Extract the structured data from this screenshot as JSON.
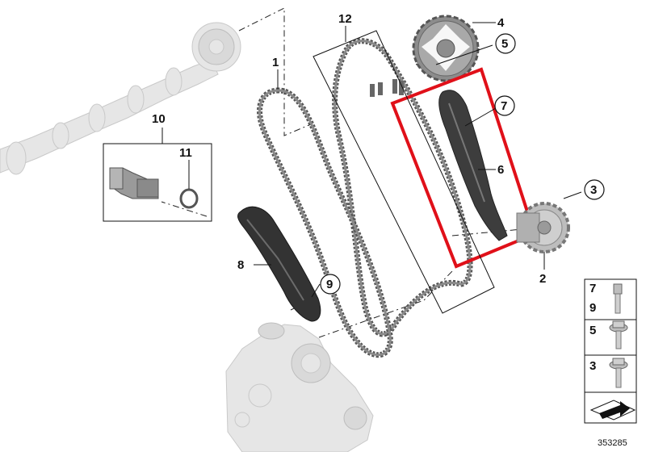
{
  "labels": {
    "l1": "1",
    "l2": "2",
    "l3": "3",
    "l4": "4",
    "l5": "5",
    "l6": "6",
    "l7": "7",
    "l8": "8",
    "l9": "9",
    "l10": "10",
    "l11": "11",
    "l12": "12"
  },
  "legend": {
    "row1_a": "7",
    "row1_b": "9",
    "row2": "5",
    "row3": "3"
  },
  "diagram_id": "353285",
  "colors": {
    "highlight": "#e01019",
    "part_dark": "#3a3a3a",
    "ghost": "#e6e6e6"
  }
}
